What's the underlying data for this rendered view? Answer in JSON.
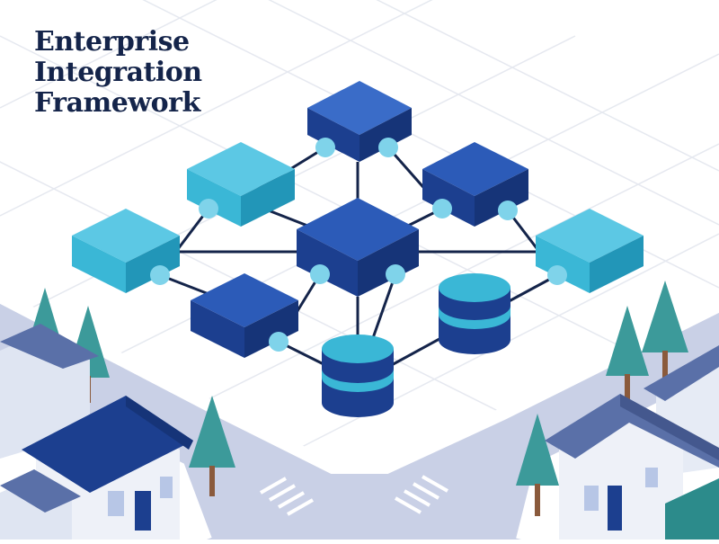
{
  "title": {
    "lines": [
      "Enterprise",
      "Integration",
      "Framework"
    ]
  },
  "colors": {
    "navy": "#14244a",
    "dark_blue": "#1c3f8f",
    "mid_blue": "#2c5bb8",
    "cyan": "#3ab7d6",
    "light_cyan": "#7fd3ea",
    "teal_tree": "#3c9a9a",
    "road": "#c9d0e6",
    "grid": "#e8ebf1"
  },
  "diagram": {
    "nodes": [
      {
        "id": "top-cube",
        "kind": "cube",
        "color": "dark_blue"
      },
      {
        "id": "left-upper-cube",
        "kind": "cube",
        "color": "cyan"
      },
      {
        "id": "right-upper-cube",
        "kind": "cube",
        "color": "dark_blue"
      },
      {
        "id": "center-cube",
        "kind": "cube",
        "color": "dark_blue"
      },
      {
        "id": "left-cube",
        "kind": "cube",
        "color": "cyan"
      },
      {
        "id": "right-cube",
        "kind": "cube",
        "color": "cyan"
      },
      {
        "id": "bottom-left-cube",
        "kind": "cube",
        "color": "dark_blue"
      },
      {
        "id": "right-database",
        "kind": "database",
        "color": "cyan"
      },
      {
        "id": "bottom-database",
        "kind": "database",
        "color": "cyan"
      }
    ]
  }
}
